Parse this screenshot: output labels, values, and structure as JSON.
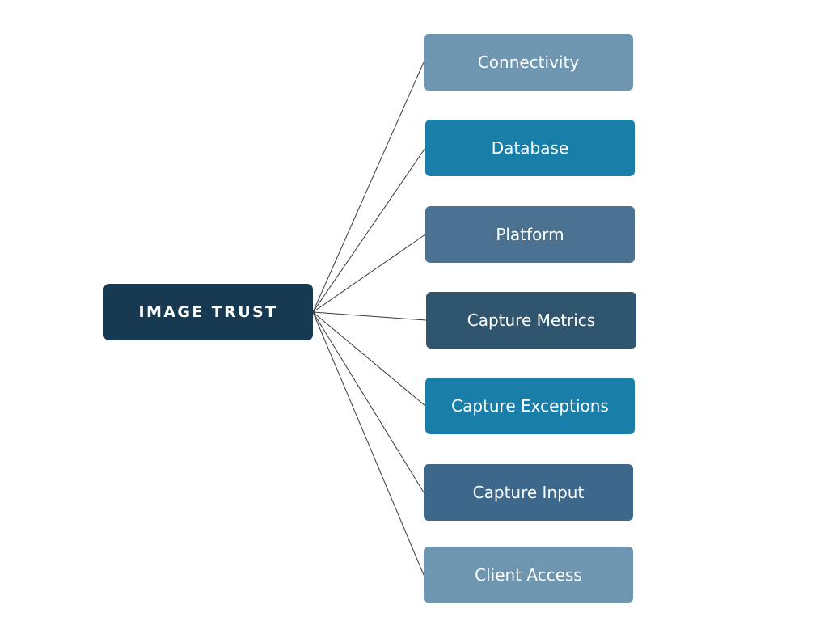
{
  "diagram": {
    "type": "tree",
    "root": {
      "label": "IMAGE TRUST",
      "color": "#173a52"
    },
    "connector_color": "#3a3a3a",
    "children": [
      {
        "label": "Connectivity",
        "color": "#6f96b1"
      },
      {
        "label": "Database",
        "color": "#1a7fa8"
      },
      {
        "label": "Platform",
        "color": "#4a7290"
      },
      {
        "label": "Capture Metrics",
        "color": "#30556f"
      },
      {
        "label": "Capture Exceptions",
        "color": "#1a7fa8"
      },
      {
        "label": "Capture Input",
        "color": "#3d678b"
      },
      {
        "label": "Client Access",
        "color": "#6f96b1"
      }
    ]
  }
}
